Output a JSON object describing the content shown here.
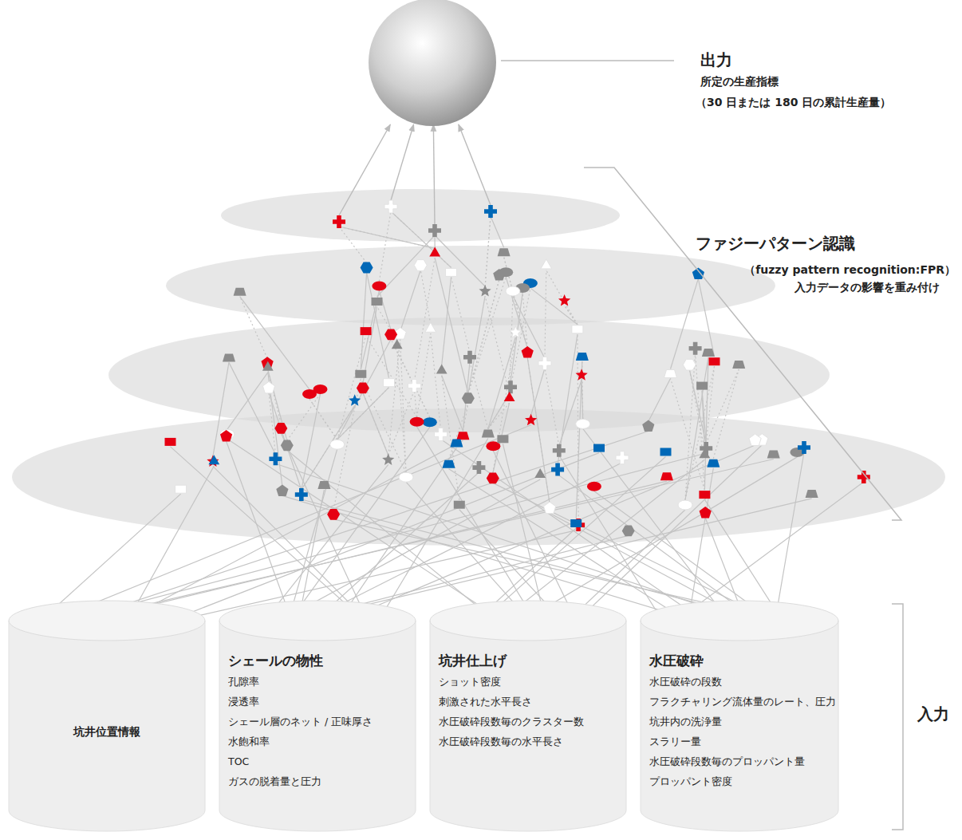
{
  "diagram": {
    "nodes": [
      {
        "text": [
          "坑井位置情報"
        ]
      },
      {
        "text": [
          "シェールの物性",
          "孔隙率",
          "浸透率",
          "シェール層のネット / 正味厚さ",
          "水飽和率",
          "TOC",
          "ガスの脱着量と圧力"
        ]
      },
      {
        "text": [
          "坑井仕上げ",
          "ショット密度",
          "刺激された水平長さ",
          "水圧破砕段数毎のクラスター数",
          "水圧破砕段数毎の水平長さ"
        ]
      },
      {
        "text": [
          "水圧破砕",
          "水圧破砕の段数",
          "フラクチャリング流体量のレート、圧力",
          "坑井内の洗浄量",
          "スラリー量",
          "水圧破砕段数毎のプロッパント量",
          "プロッパント密度"
        ]
      }
    ],
    "labels": [
      "出力",
      "所定の生産指標",
      "（30 日または 180 日の累計生産量）",
      "ファジーパターン認識",
      "（fuzzy pattern recognition:FPR）",
      "入力データの影響を重み付け",
      "入力"
    ]
  }
}
